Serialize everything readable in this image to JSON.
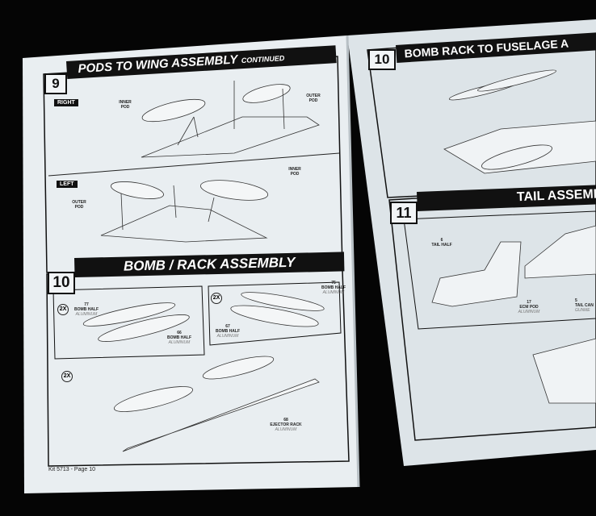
{
  "left_page": {
    "step9": {
      "number": "9",
      "title": "PODS TO WING ASSEMBLY",
      "title_suffix": "CONTINUED",
      "right_tag": "RIGHT",
      "left_tag": "LEFT",
      "labels": {
        "inner_pod": "INNER POD",
        "outer_pod": "OUTER POD"
      }
    },
    "step10": {
      "number": "10",
      "title": "BOMB / RACK ASSEMBLY",
      "quantity": "2X",
      "parts": [
        {
          "num": "77",
          "name": "BOMB HALF",
          "material": "ALUMINUM"
        },
        {
          "num": "66",
          "name": "BOMB HALF",
          "material": "ALUMINUM"
        },
        {
          "num": "75",
          "name": "BOMB HALF",
          "material": "ALUMINUM"
        },
        {
          "num": "67",
          "name": "BOMB HALF",
          "material": "ALUMINUM"
        },
        {
          "num": "68",
          "name": "EJECTOR RACK",
          "material": "ALUMINUM"
        }
      ]
    },
    "footer": "Kit 5713 - Page 10"
  },
  "right_page": {
    "step10": {
      "number": "10",
      "title": "BOMB RACK TO FUSELAGE A"
    },
    "step11": {
      "number": "11",
      "title": "TAIL ASSEMB",
      "parts": [
        {
          "num": "6",
          "name": "TAIL HALF",
          "material": ""
        },
        {
          "num": "17",
          "name": "ECM POD",
          "material": "ALUMINUM"
        },
        {
          "num": "5",
          "name": "TAIL CAN",
          "material": "GUNME"
        }
      ]
    }
  },
  "colors": {
    "paper": "#eef2f4",
    "ink": "#111111",
    "background": "#050505"
  }
}
